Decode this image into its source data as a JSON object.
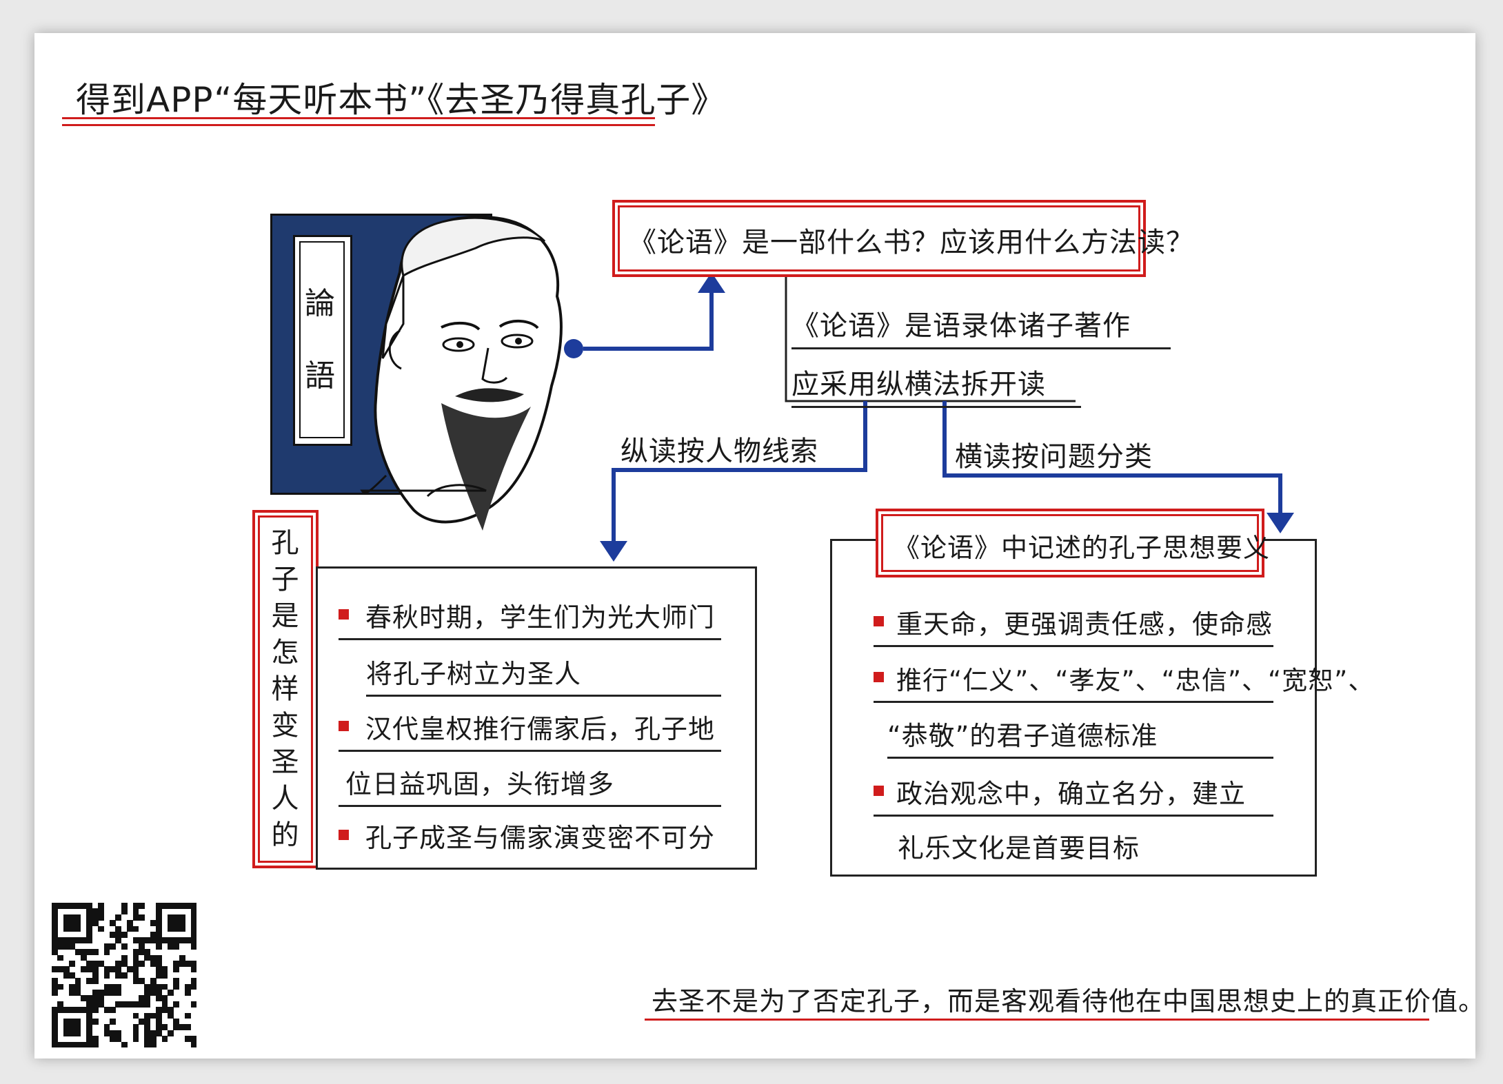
{
  "header": {
    "title": "得到APP“每天听本书”《去圣乃得真孔子》"
  },
  "illustration": {
    "book_title": [
      "論",
      "語"
    ]
  },
  "question_box": {
    "text": "《论语》是一部什么书？应该用什么方法读？"
  },
  "answers": [
    "《论语》是语录体诸子著作",
    "应采用纵横法拆开读"
  ],
  "branch_left": {
    "label": "纵读按人物线索"
  },
  "branch_right": {
    "label": "横读按问题分类"
  },
  "left_section": {
    "title_chars": [
      "孔",
      "子",
      "是",
      "怎",
      "样",
      "变",
      "圣",
      "人",
      "的"
    ],
    "lines": [
      {
        "bullet": true,
        "text": "春秋时期，学生们为光大师门"
      },
      {
        "bullet": false,
        "text": "将孔子树立为圣人"
      },
      {
        "bullet": true,
        "text": "汉代皇权推行儒家后，孔子地"
      },
      {
        "bullet": false,
        "text": "位日益巩固，头衔增多"
      },
      {
        "bullet": true,
        "text": "孔子成圣与儒家演变密不可分"
      }
    ]
  },
  "right_section": {
    "title": "《论语》中记述的孔子思想要义",
    "lines": [
      {
        "bullet": true,
        "text": "重天命，更强调责任感，使命感"
      },
      {
        "bullet": true,
        "text": "推行“仁义”、“孝友”、“忠信”、“宽恕”、"
      },
      {
        "bullet": false,
        "text": "“恭敬”的君子道德标准"
      },
      {
        "bullet": true,
        "text": "政治观念中，确立名分，建立"
      },
      {
        "bullet": false,
        "text": "礼乐文化是首要目标"
      }
    ]
  },
  "footer": {
    "text": "去圣不是为了否定孔子，而是客观看待他在中国思想史上的真正价值。"
  },
  "colors": {
    "red": "#d01c1c",
    "navy": "#1f3a6e",
    "blue_arrow": "#1d3c9c"
  }
}
